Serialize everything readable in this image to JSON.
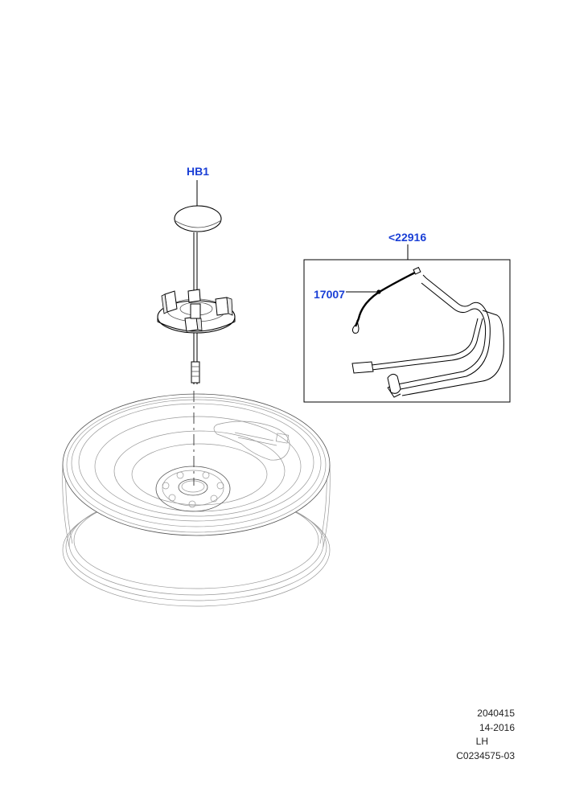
{
  "callouts": {
    "hb1": "HB1",
    "part_22916": "<22916",
    "part_17007": "17007"
  },
  "footer": {
    "line1": "2040415",
    "line2": "14-2016",
    "line3": "LH",
    "line4": "C0234575-03"
  },
  "colors": {
    "callout": "#1a3fd6",
    "line": "#000000"
  }
}
